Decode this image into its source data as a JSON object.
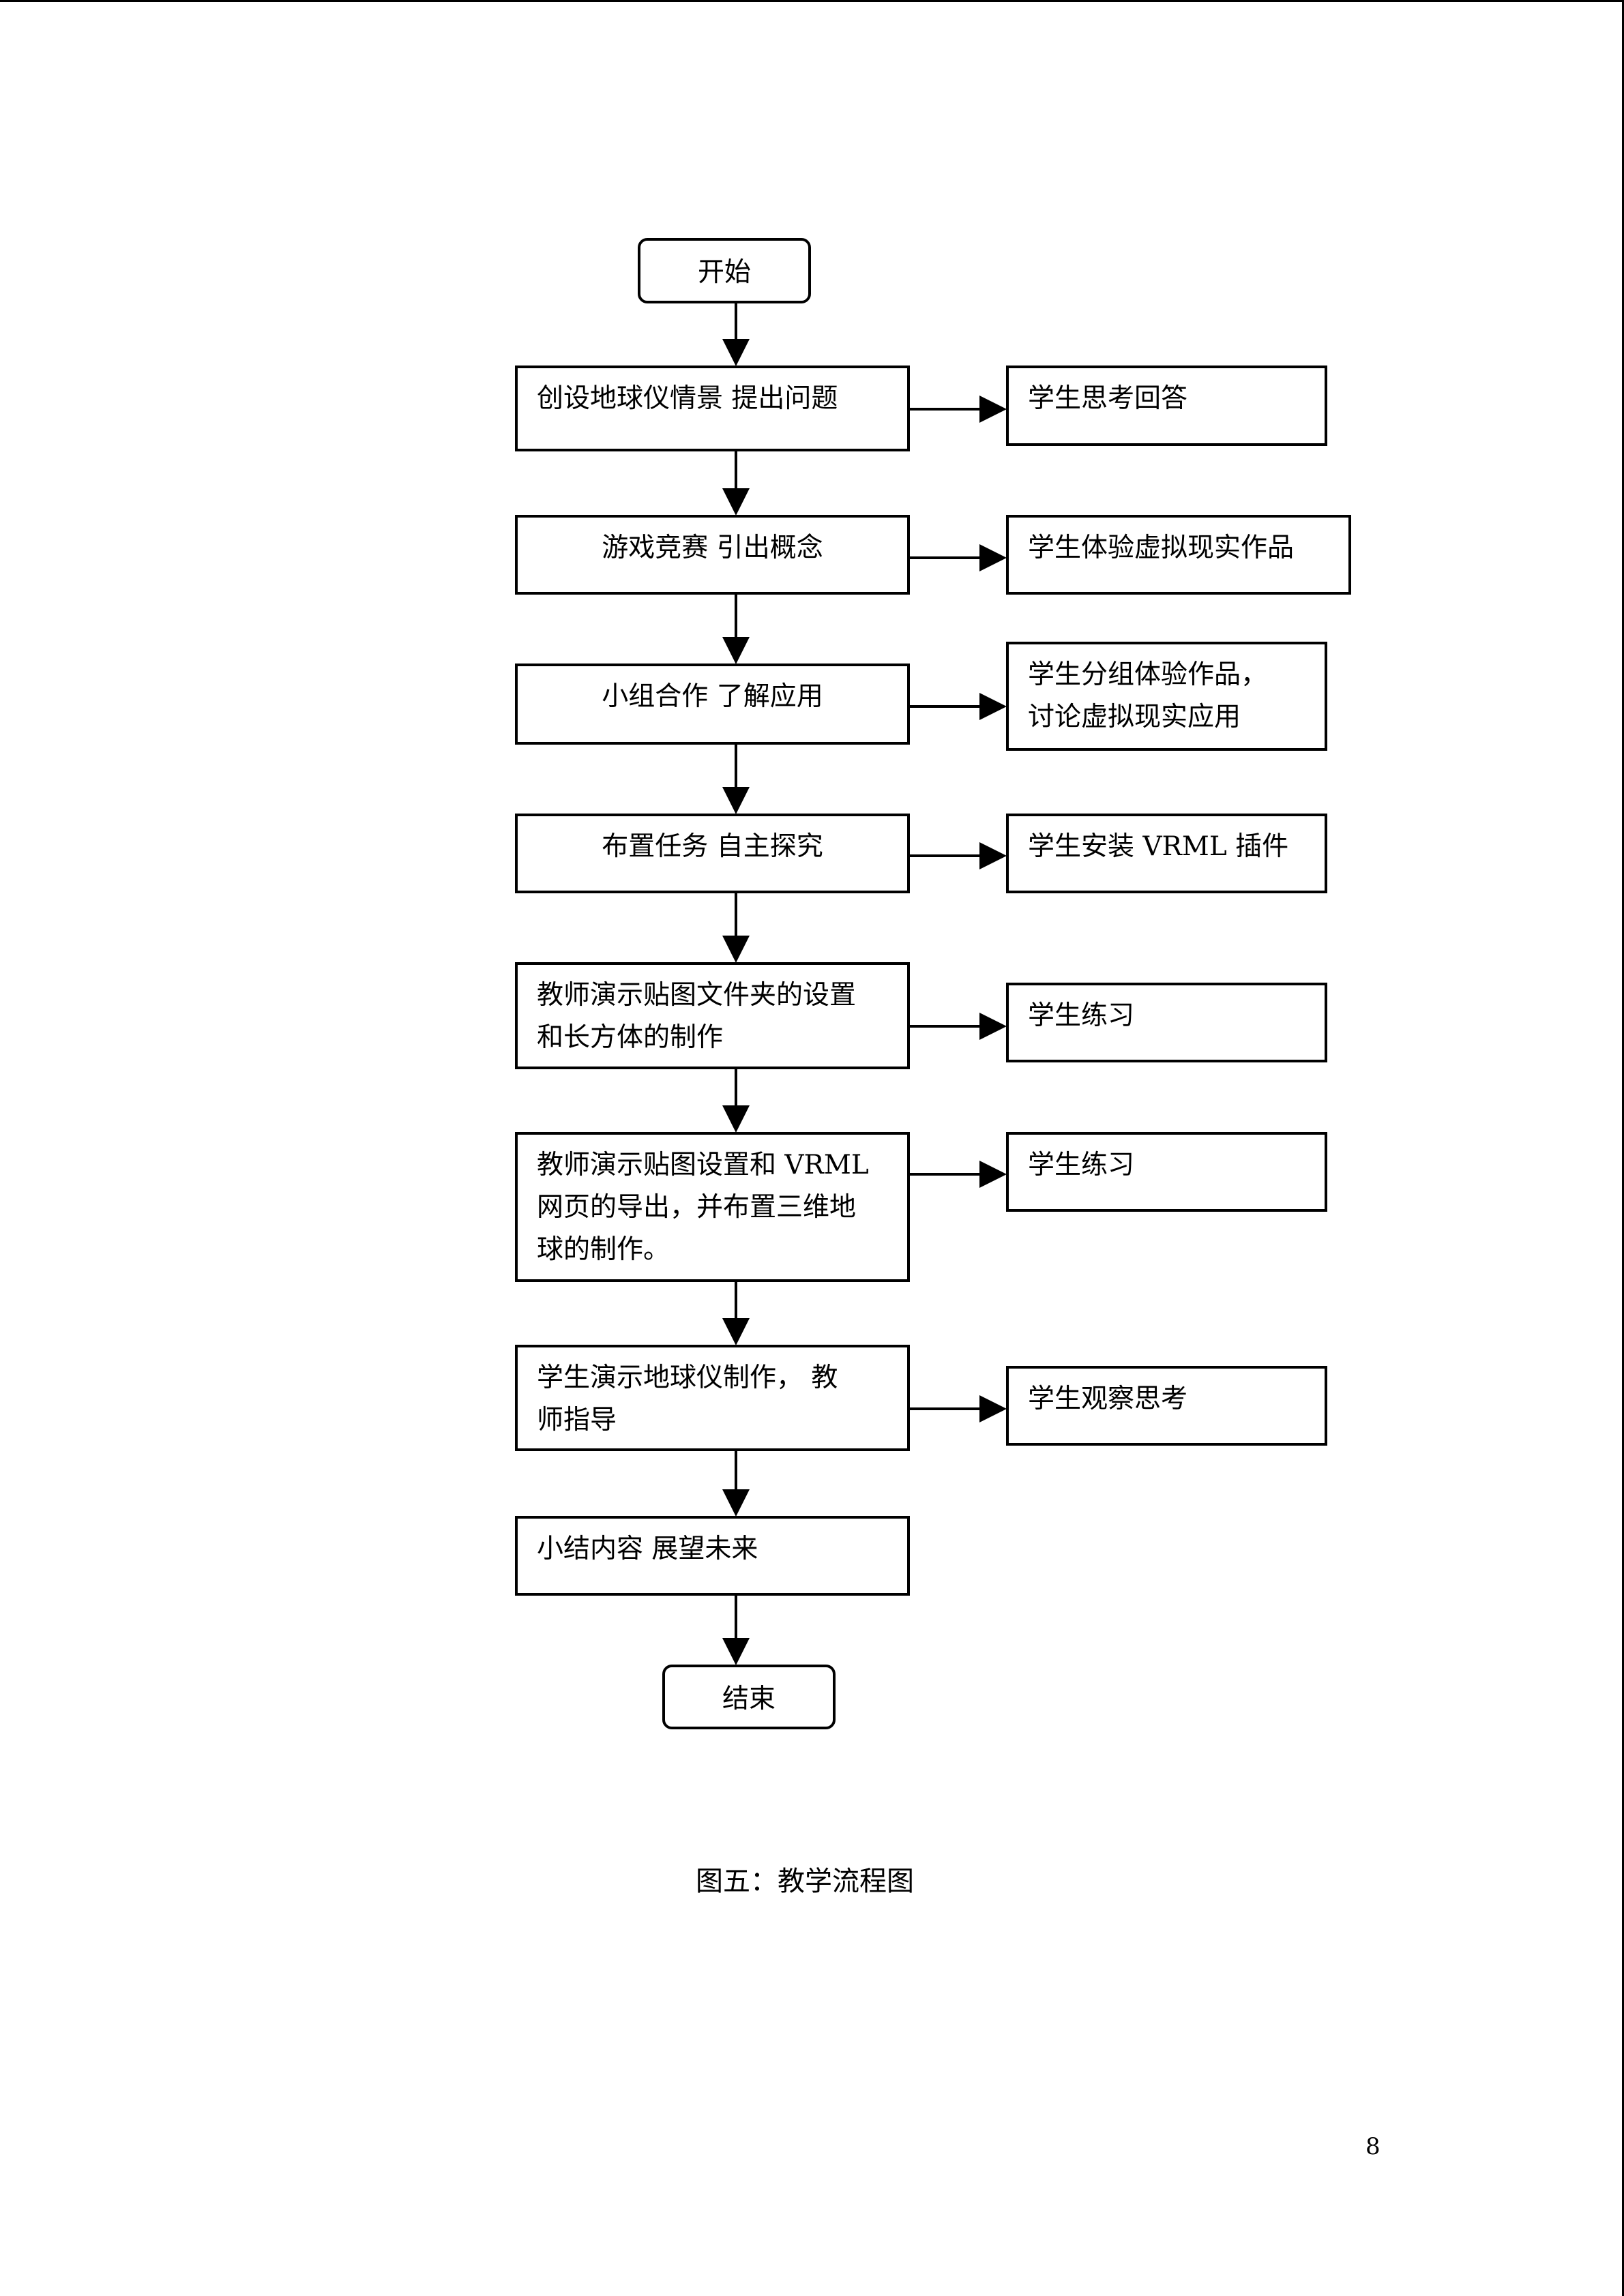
{
  "flowchart": {
    "start": "开始",
    "end": "结束",
    "steps": [
      "创设地球仪情景  提出问题",
      "游戏竞赛  引出概念",
      "小组合作  了解应用",
      "布置任务  自主探究",
      "教师演示贴图文件夹的设置\n和长方体的制作",
      "教师演示贴图设置和 VRML\n网页的导出，并布置三维地\n球的制作。",
      "学生演示地球仪制作，    教\n师指导",
      "小结内容  展望未来"
    ],
    "side_notes": [
      "学生思考回答",
      "学生体验虚拟现实作品",
      "学生分组体验作品，\n讨论虚拟现实应用",
      "学生安装 VRML 插件",
      "学生练习",
      "学生练习",
      "学生观察思考"
    ]
  },
  "caption": "图五：教学流程图",
  "page_number": "8"
}
